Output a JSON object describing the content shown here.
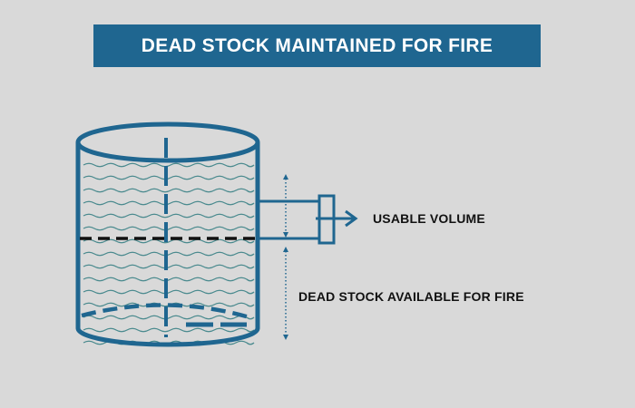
{
  "title": "DEAD STOCK MAINTAINED FOR FIRE",
  "labels": {
    "usable_volume": "USABLE VOLUME",
    "dead_stock": "DEAD STOCK AVAILABLE FOR FIRE"
  },
  "colors": {
    "background": "#d9d9d9",
    "banner": "#1f6690",
    "tank": "#1f6690",
    "water_waves": "#4a8a8e",
    "level_line": "#111111",
    "text": "#111111"
  }
}
